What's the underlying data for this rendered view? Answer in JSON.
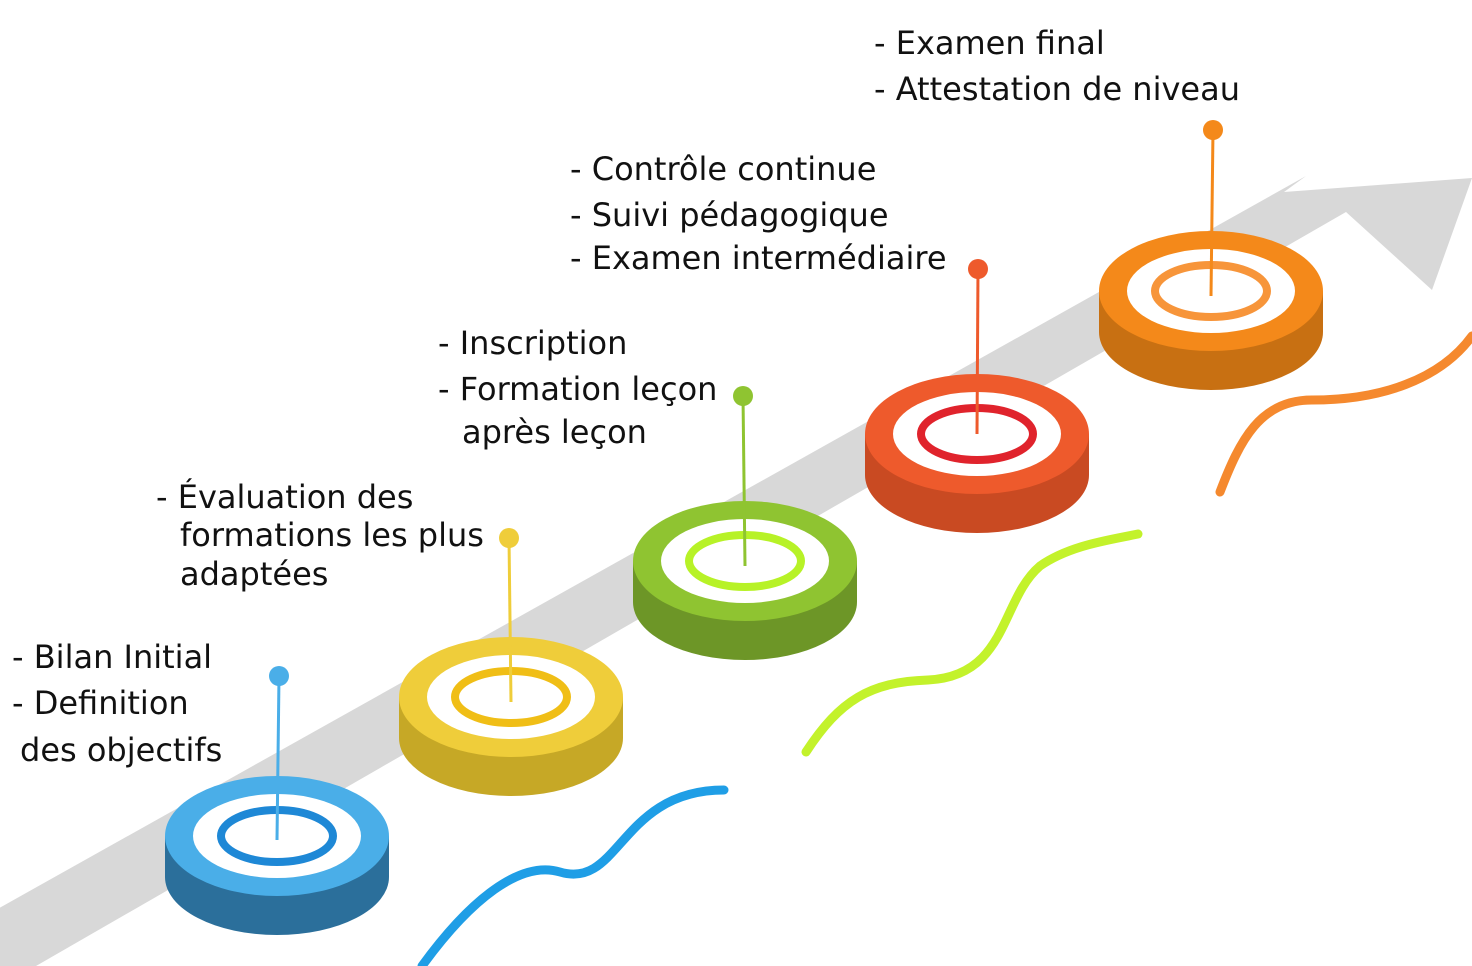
{
  "steps": [
    {
      "id": "step-1",
      "color": "#4aaee8",
      "dark": "#2b6f9b",
      "ring": "#1e88d6",
      "lines": [
        "- Bilan Initial",
        "- Definition",
        "des objectifs"
      ]
    },
    {
      "id": "step-2",
      "color": "#efcd3a",
      "dark": "#c6a826",
      "ring": "#f0be16",
      "lines": [
        "- Évaluation des",
        "formations les plus",
        "adaptées"
      ]
    },
    {
      "id": "step-3",
      "color": "#8fc431",
      "dark": "#6d9627",
      "ring": "#b7f227",
      "lines": [
        "- Inscription",
        "- Formation leçon",
        "après leçon"
      ]
    },
    {
      "id": "step-4",
      "color": "#ee5a2c",
      "dark": "#c94a22",
      "ring": "#e0232c",
      "lines": [
        "- Contrôle continue",
        "- Suivi pédagogique",
        "- Examen intermédiaire"
      ]
    },
    {
      "id": "step-5",
      "color": "#f4891a",
      "dark": "#c87012",
      "ring": "#f7953a",
      "lines": [
        "- Examen final",
        "- Attestation de niveau"
      ]
    }
  ],
  "colors": {
    "arrow": "#d8d8d8",
    "wave_blue": "#1f9ee6",
    "wave_green": "#c3f22b",
    "wave_orange": "#f5892e"
  }
}
